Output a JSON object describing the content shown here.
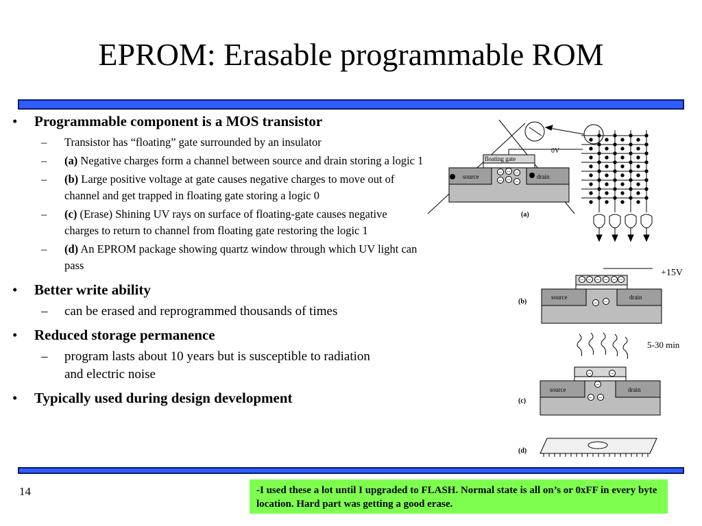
{
  "slide": {
    "title": "EPROM: Erasable programmable ROM",
    "page_number": "14",
    "note": "-I used these a lot until I upgraded to FLASH.  Normal state is all on’s or 0xFF in every byte location.  Hard part was getting a good erase."
  },
  "bullets": [
    {
      "text": "Programmable component is a MOS transistor",
      "subs": [
        {
          "prefix": "",
          "text": "Transistor has “floating” gate surrounded by an insulator"
        },
        {
          "prefix": "(a)",
          "text": " Negative charges form a channel between source and drain storing a logic 1"
        },
        {
          "prefix": "(b)",
          "text": " Large positive voltage at gate causes negative charges to move out of channel and get trapped in floating gate storing a logic 0"
        },
        {
          "prefix": "(c)",
          "text": " (Erase) Shining UV rays on surface of floating-gate causes negative charges to return to channel from floating gate restoring the logic 1"
        },
        {
          "prefix": "(d)",
          "text": " An EPROM package showing quartz window through which UV light can pass"
        }
      ]
    },
    {
      "text": "Better write ability",
      "subs": [
        {
          "prefix": "",
          "text": "can be erased and reprogrammed thousands of times"
        }
      ]
    },
    {
      "text": "Reduced storage permanence",
      "subs": [
        {
          "prefix": "",
          "text": "program lasts about 10 years but is susceptible to radiation and electric noise"
        }
      ]
    },
    {
      "text": "Typically used during design development",
      "subs": []
    }
  ],
  "figure": {
    "label_0v": "0V",
    "label_floating_gate": "floating gate",
    "label_source": "source",
    "label_drain": "drain",
    "label_a": "(a)",
    "label_b": "(b)",
    "label_c": "(c)",
    "label_d": "(d)",
    "label_15v": "+15V",
    "label_time": "5-30 min",
    "minus": "−"
  }
}
